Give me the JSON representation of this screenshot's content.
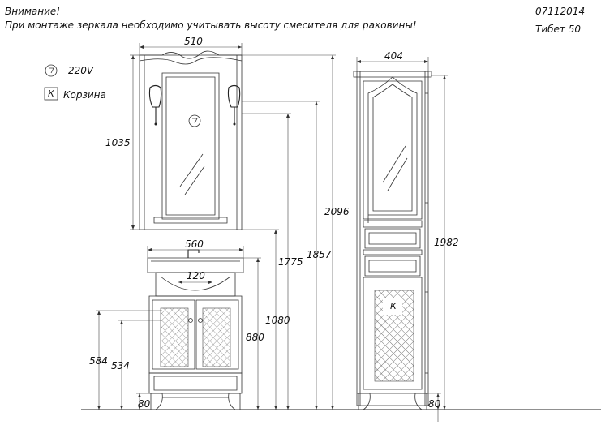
{
  "header": {
    "warning_title": "Внимание!",
    "warning_text": "При монтаже зеркала необходимо учитывать высоту смесителя для раковины!",
    "code": "07112014",
    "series": "Тибет  50"
  },
  "legend": {
    "socket_label": "220V",
    "basket_letter": "К",
    "basket_label": "Корзина"
  },
  "dimensions": {
    "mirror_width": "510",
    "mirror_height": "1035",
    "cabinet_width": "404",
    "total_height": "2096",
    "height_1857": "1857",
    "height_1775": "1775",
    "cabinet_height": "1982",
    "sink_width": "560",
    "sink_inner": "120",
    "height_1080": "1080",
    "height_880": "880",
    "height_584": "584",
    "height_534": "534",
    "leg_left": "80",
    "leg_right": "80"
  },
  "cabinet_basket_letter": "К"
}
